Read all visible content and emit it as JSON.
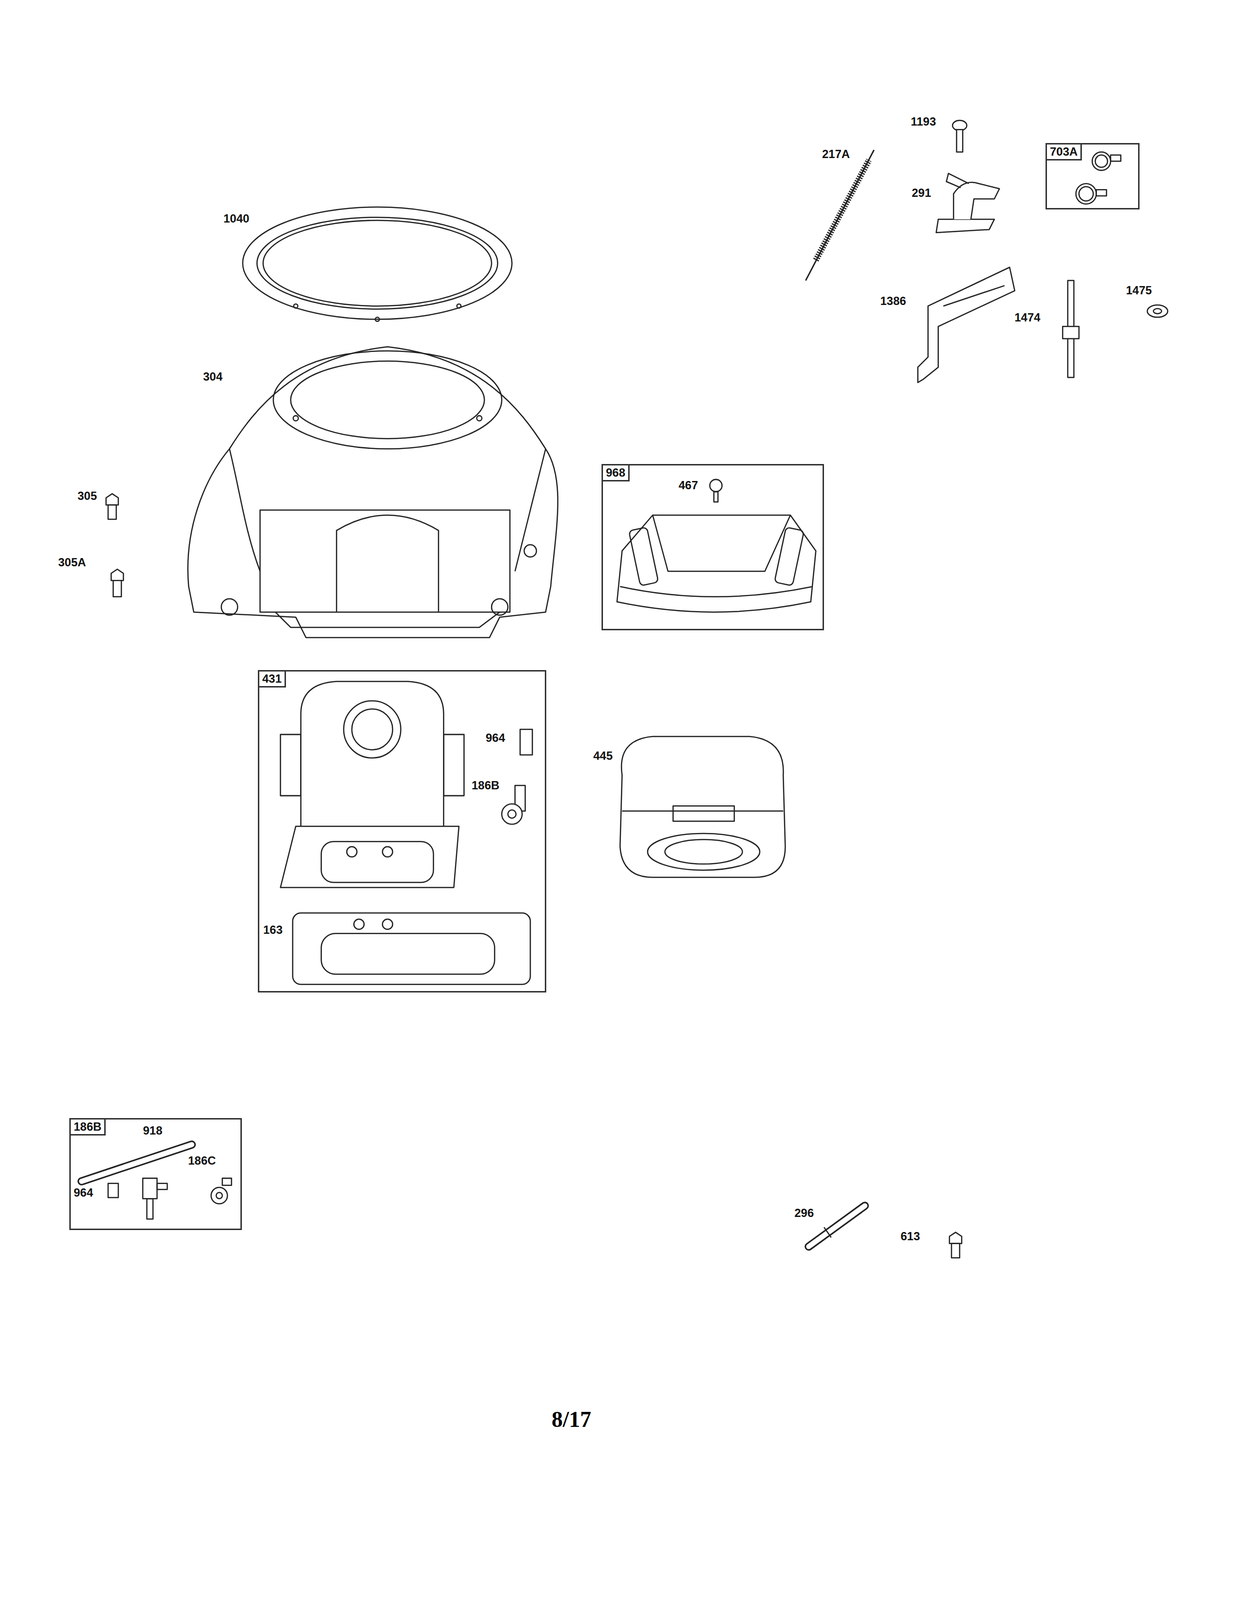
{
  "diagram": {
    "nodes": [
      {
        "text": [
          "703A"
        ]
      },
      {
        "text": [
          "968",
          "467"
        ]
      },
      {
        "text": [
          "431",
          "964",
          "186B",
          "163"
        ]
      },
      {
        "text": [
          "186B",
          "918",
          "964",
          "186C"
        ]
      }
    ],
    "labels": [
      "1193",
      "217A",
      "291",
      "1040",
      "1386",
      "1475",
      "1474",
      "304",
      "305",
      "305A",
      "445",
      "296",
      "613",
      "8/17"
    ]
  }
}
